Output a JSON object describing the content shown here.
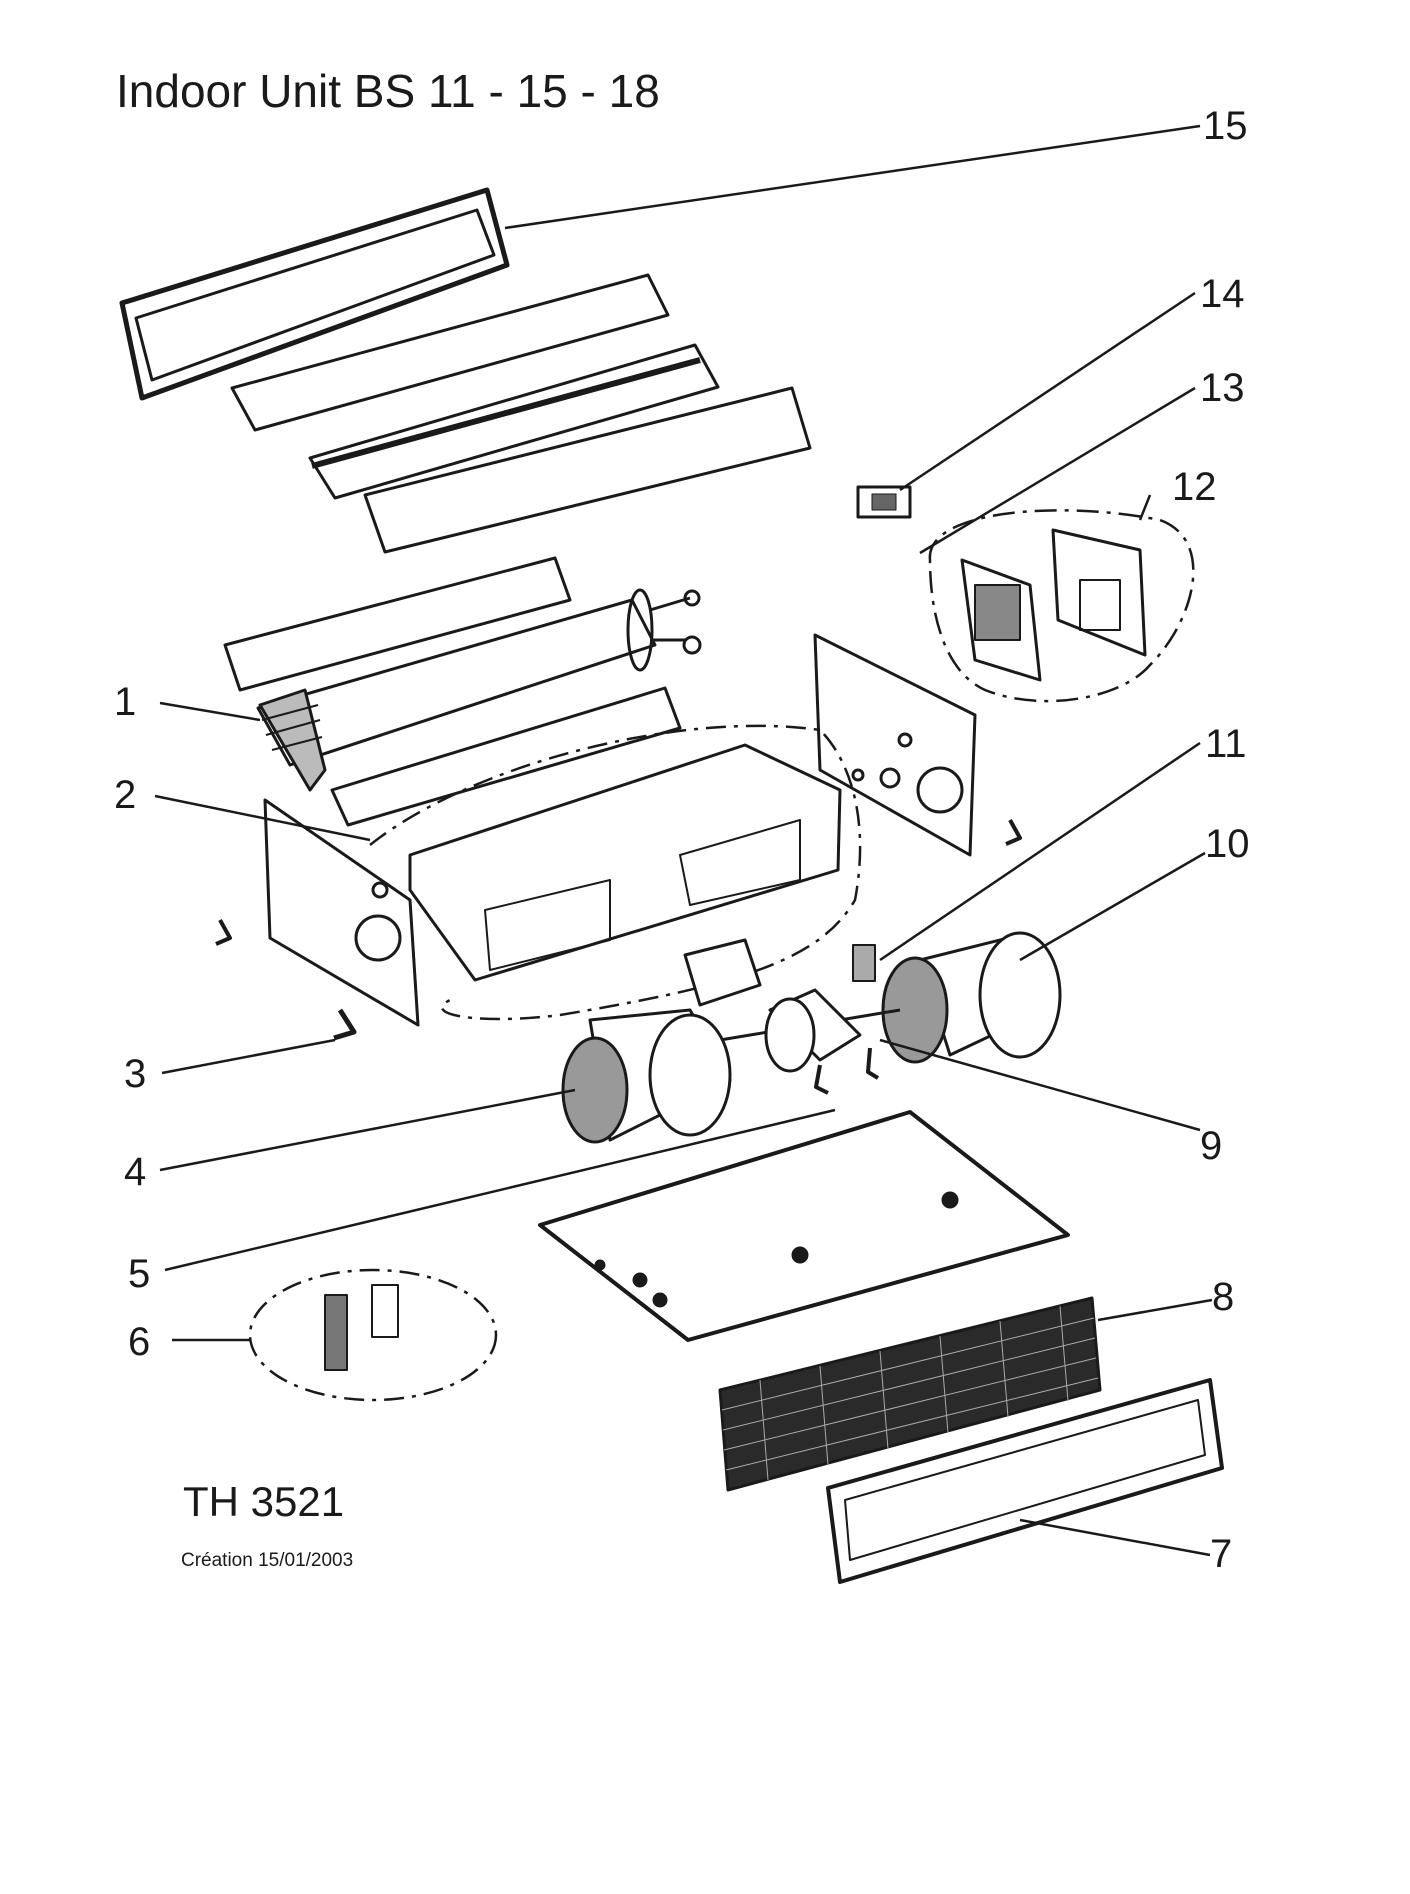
{
  "title": "Indoor Unit BS 11 - 15 - 18",
  "labels": {
    "p1": "1",
    "p2": "2",
    "p3": "3",
    "p4": "4",
    "p5": "5",
    "p6": "6",
    "p7": "7",
    "p8": "8",
    "p9": "9",
    "p10": "10",
    "p11": "11",
    "p12": "12",
    "p13": "13",
    "p14": "14",
    "p15": "15"
  },
  "doc_code": "TH 3521",
  "creation": "Création 15/01/2003"
}
